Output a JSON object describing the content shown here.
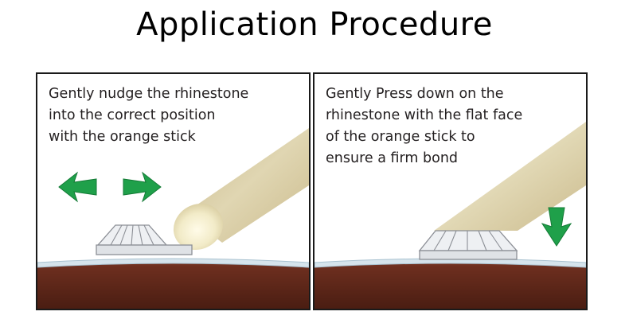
{
  "title": "Application Procedure",
  "panels": [
    {
      "caption": "Gently nudge the rhinestone\ninto the correct position\nwith the orange stick",
      "icons": [
        "left-arrow-icon",
        "right-arrow-icon"
      ]
    },
    {
      "caption": "Gently Press down on the\nrhinestone with the flat face\nof the orange stick to\nensure a firm bond",
      "icons": [
        "down-arrow-icon"
      ]
    }
  ],
  "colors": {
    "arrow": "#1fa04a",
    "nail": "#6b2c1c",
    "stick": "#d6c9a0",
    "rhinestone": "#e4e6ea"
  }
}
